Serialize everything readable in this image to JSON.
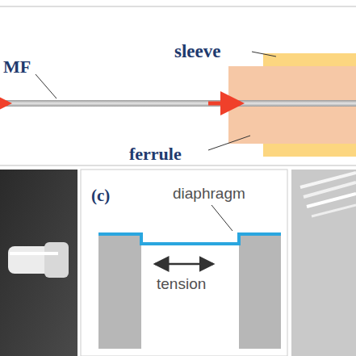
{
  "diagram": {
    "labels": [
      "MF",
      "sleeve",
      "ferrule",
      "(c)",
      "diaphragm",
      "tension"
    ]
  }
}
